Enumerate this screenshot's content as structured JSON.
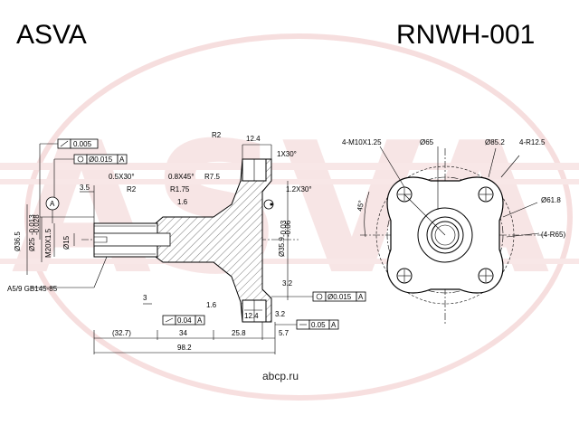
{
  "header": {
    "brand": "ASVA",
    "part_number": "RNWH-001"
  },
  "watermark": {
    "text": "ASVA",
    "color": "#e8b0b0",
    "site": "abcp.ru"
  },
  "fcf": {
    "perp_top": "0.005",
    "circ_top": "Ø0.015",
    "datum_top": "A",
    "circ_right": "Ø0.015",
    "datum_right": "A",
    "flat_bottom": "0.04",
    "datum_bottom": "A",
    "flat_right": "0.05",
    "datum_right2": "A"
  },
  "datum_label": "A",
  "side_dims": {
    "r2_top": "R2",
    "d124_top": "12.4",
    "ch1x30": "1X30°",
    "ch05x30": "0.5X30°",
    "ch08x45": "0.8X45°",
    "r75": "R7.5",
    "r2_left": "R2",
    "r175": "R1.75",
    "ch12x30": "1.2X30°",
    "d35": "3.5",
    "ra16": "1.6",
    "dia365": "Ø36.5",
    "dia25": "Ø25",
    "dia25_tol_up": "-0.013",
    "dia25_tol_lo": "-0.028",
    "m20": "M20X1.5",
    "dia15": "Ø15",
    "dia359": "Ø35.9",
    "dia359_tol_up": "-0.03",
    "dia359_tol_lo": "-0.06",
    "ra32": "3.2",
    "spline": "A5/9 GB145-85",
    "d3": "3",
    "ra16b": "1.6",
    "d124_bot": "12.4",
    "ra32b": "3.2",
    "d327": "(32.7)",
    "d34": "34",
    "d258": "25.8",
    "d57": "5.7",
    "d982": "98.2"
  },
  "front_dims": {
    "holes": "4-M10X1.25",
    "d65": "Ø65",
    "d852": "Ø85.2",
    "r125": "4-R12.5",
    "angle45": "45°",
    "d618": "Ø61.8",
    "r65": "(4-R65)"
  }
}
